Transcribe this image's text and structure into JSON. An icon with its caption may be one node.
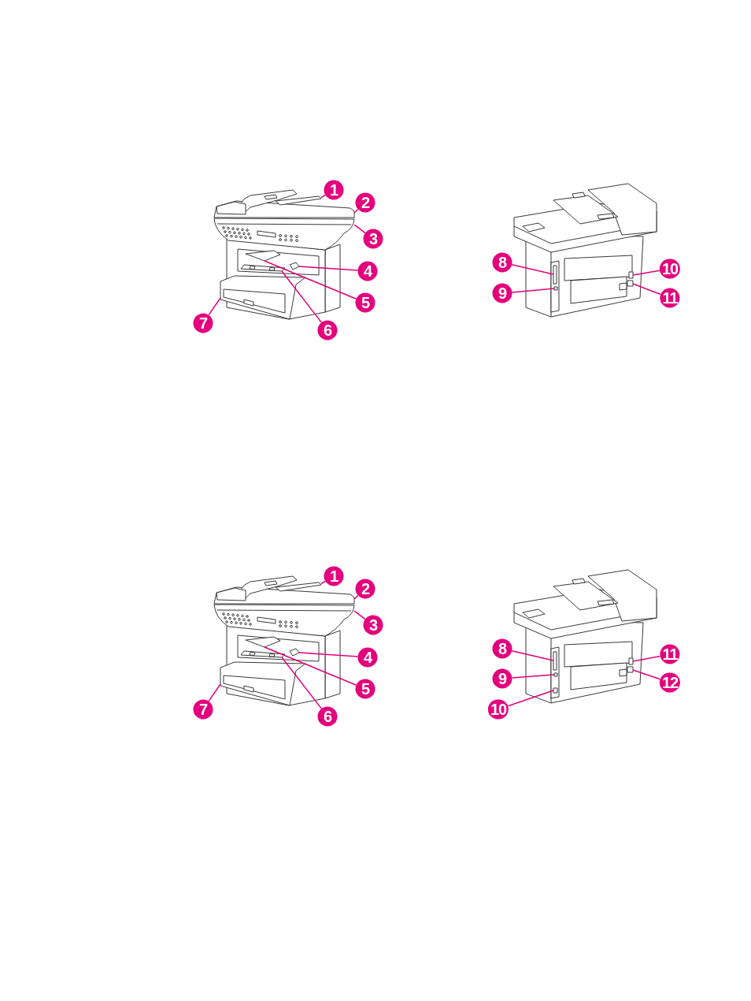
{
  "diagram": {
    "nodes": [
      {
        "text": [
          "1"
        ]
      },
      {
        "text": [
          "2"
        ]
      },
      {
        "text": [
          "3"
        ]
      },
      {
        "text": [
          "4"
        ]
      },
      {
        "text": [
          "5"
        ]
      },
      {
        "text": [
          "6"
        ]
      },
      {
        "text": [
          "7"
        ]
      },
      {
        "text": [
          "8"
        ]
      },
      {
        "text": [
          "9"
        ]
      },
      {
        "text": [
          "10"
        ]
      },
      {
        "text": [
          "11"
        ]
      },
      {
        "text": [
          "1"
        ]
      },
      {
        "text": [
          "2"
        ]
      },
      {
        "text": [
          "3"
        ]
      },
      {
        "text": [
          "4"
        ]
      },
      {
        "text": [
          "5"
        ]
      },
      {
        "text": [
          "6"
        ]
      },
      {
        "text": [
          "7"
        ]
      },
      {
        "text": [
          "8"
        ]
      },
      {
        "text": [
          "9"
        ]
      },
      {
        "text": [
          "10"
        ]
      },
      {
        "text": [
          "11"
        ]
      },
      {
        "text": [
          "12"
        ]
      },
      {
        "text": [],
        "shape": "picture"
      },
      {
        "text": [],
        "shape": "picture"
      },
      {
        "text": [],
        "shape": "picture"
      },
      {
        "text": [],
        "shape": "picture"
      },
      {
        "text": [],
        "shape": "picture"
      },
      {
        "text": [],
        "shape": "picture"
      },
      {
        "text": [],
        "shape": "picture"
      },
      {
        "text": [],
        "shape": "box"
      },
      {
        "text": [],
        "shape": "box"
      },
      {
        "text": [],
        "shape": "box"
      },
      {
        "text": [],
        "shape": "box"
      },
      {
        "text": [],
        "shape": "picture"
      },
      {
        "text": [],
        "shape": "picture"
      },
      {
        "text": [],
        "shape": "picture"
      },
      {
        "text": [],
        "shape": "picture"
      },
      {
        "text": [],
        "shape": "picture"
      },
      {
        "text": [],
        "shape": "picture"
      },
      {
        "text": [],
        "shape": "picture"
      },
      {
        "text": [],
        "shape": "box"
      },
      {
        "text": [],
        "shape": "box"
      },
      {
        "text": [],
        "shape": "box"
      },
      {
        "text": [],
        "shape": "box"
      },
      {
        "text": [],
        "shape": "box"
      }
    ],
    "edges": [
      {
        "from": 0,
        "to": 23,
        "arrow": "none"
      },
      {
        "from": 1,
        "to": 24,
        "arrow": "none"
      },
      {
        "from": 2,
        "to": 25,
        "arrow": "none"
      },
      {
        "from": 3,
        "to": 26,
        "arrow": "none"
      },
      {
        "from": 4,
        "to": 27,
        "arrow": "none"
      },
      {
        "from": 5,
        "to": 28,
        "arrow": "none"
      },
      {
        "from": 6,
        "to": 29,
        "arrow": "none"
      },
      {
        "from": 7,
        "to": 30,
        "arrow": "none"
      },
      {
        "from": 8,
        "to": 31,
        "arrow": "none"
      },
      {
        "from": 9,
        "to": 32,
        "arrow": "none"
      },
      {
        "from": 10,
        "to": 33,
        "arrow": "none"
      },
      {
        "from": 11,
        "to": 34,
        "arrow": "none"
      },
      {
        "from": 12,
        "to": 35,
        "arrow": "none"
      },
      {
        "from": 13,
        "to": 36,
        "arrow": "none"
      },
      {
        "from": 14,
        "to": 37,
        "arrow": "none"
      },
      {
        "from": 15,
        "to": 38,
        "arrow": "none"
      },
      {
        "from": 16,
        "to": 39,
        "arrow": "none"
      },
      {
        "from": 17,
        "to": 40,
        "arrow": "none"
      },
      {
        "from": 18,
        "to": 41,
        "arrow": "none"
      },
      {
        "from": 19,
        "to": 42,
        "arrow": "none"
      },
      {
        "from": 20,
        "to": 43,
        "arrow": "none"
      },
      {
        "from": 21,
        "to": 44,
        "arrow": "none"
      },
      {
        "from": 22,
        "to": 45,
        "arrow": "none"
      }
    ]
  }
}
